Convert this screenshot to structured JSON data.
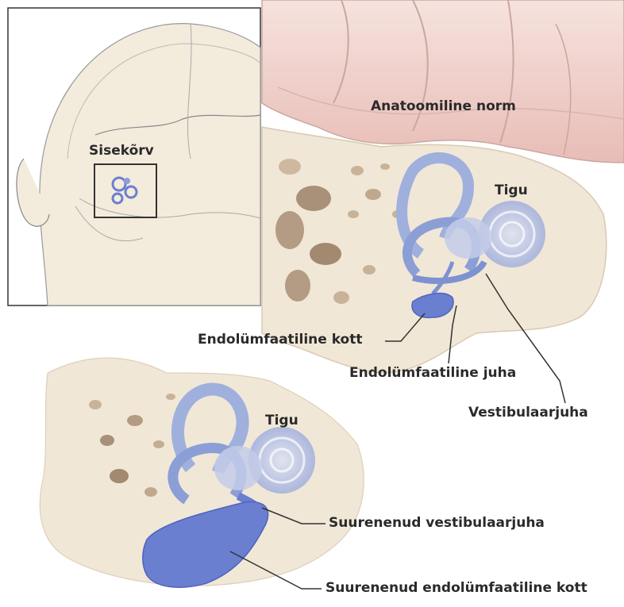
{
  "labels": {
    "anatomical_norm": "Anatoomiline norm",
    "inner_ear": "Sisekõrv",
    "cochlea_top": "Tigu",
    "endolymphatic_sac": "Endolümfaatiline kott",
    "endolymphatic_duct": "Endolümfaatiline juha",
    "vestibular_aqueduct": "Vestibulaarjuha",
    "cochlea_bottom": "Tigu",
    "enlarged_vestibular_aqueduct": "Suurenenud vestibulaarjuha",
    "enlarged_endolymphatic_sac": "Suurenenud endolümfaatiline kott"
  },
  "colors": {
    "bone": "#f3ebdc",
    "bone_shadow": "#d9cbb6",
    "brain": "#f1d2cd",
    "brain_line": "#c9a7a0",
    "labyrinth": "#9fb0dd",
    "labyrinth_dark": "#5d72c4",
    "sac": "#6a7fd0",
    "leader": "#333333"
  }
}
